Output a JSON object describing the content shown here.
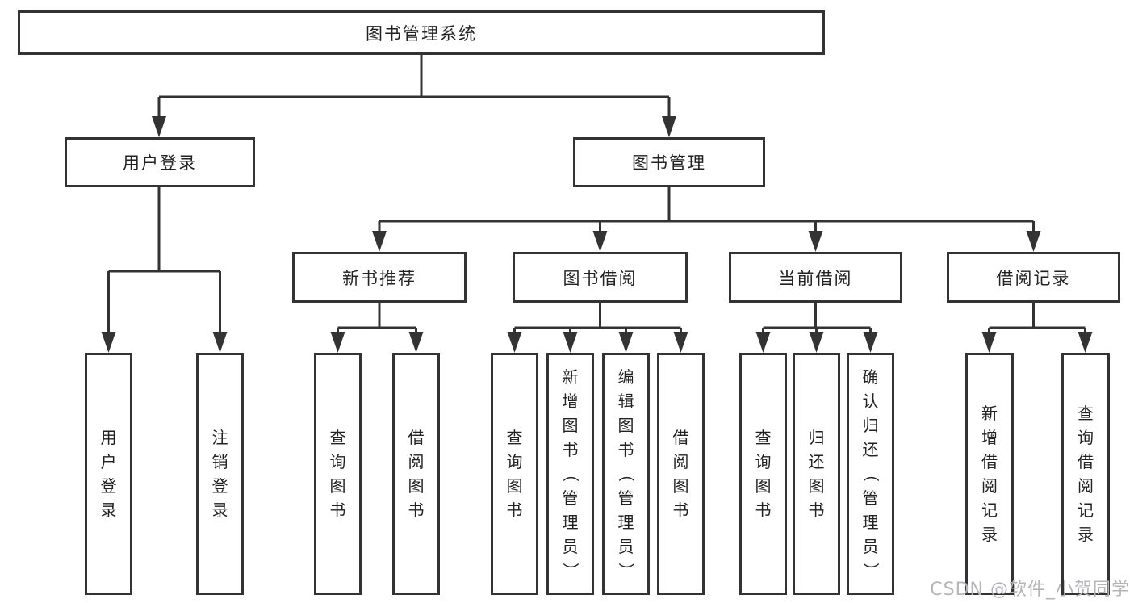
{
  "diagram": {
    "root": {
      "label": "图书管理系统"
    },
    "level2": [
      {
        "label": "用户登录"
      },
      {
        "label": "图书管理"
      }
    ],
    "level3": [
      {
        "label": "新书推荐"
      },
      {
        "label": "图书借阅"
      },
      {
        "label": "当前借阅"
      },
      {
        "label": "借阅记录"
      }
    ],
    "leaves": [
      {
        "label": "用户登录"
      },
      {
        "label": "注销登录"
      },
      {
        "label": "查询图书"
      },
      {
        "label": "借阅图书"
      },
      {
        "label": "查询图书"
      },
      {
        "label": "新增图书（管理员）"
      },
      {
        "label": "编辑图书（管理员）"
      },
      {
        "label": "借阅图书"
      },
      {
        "label": "查询图书"
      },
      {
        "label": "归还图书"
      },
      {
        "label": "确认归还（管理员）"
      },
      {
        "label": "新增借阅记录"
      },
      {
        "label": "查询借阅记录"
      }
    ],
    "line_color": "#333333",
    "text_color": "#222222"
  },
  "watermark": {
    "text": "CSDN @软件_小贺同学"
  }
}
